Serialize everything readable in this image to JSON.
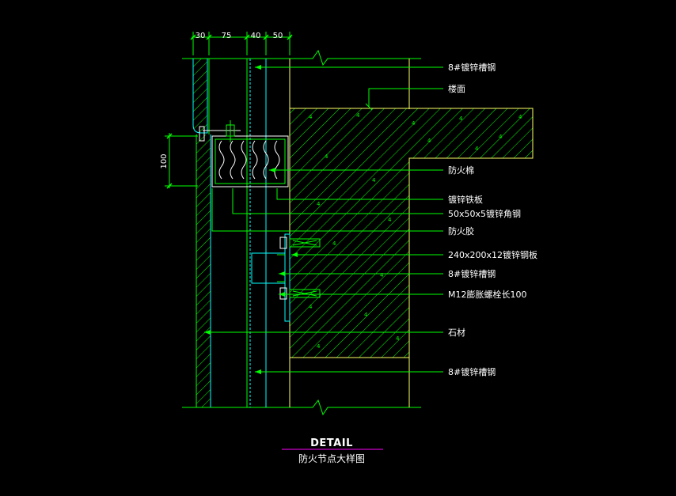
{
  "colors": {
    "background": "#000000",
    "green": "#00ff00",
    "cyan": "#00ffff",
    "yellow": "#ffff66",
    "white": "#ffffff",
    "magenta": "#ff00ff"
  },
  "dimensions": {
    "top": [
      "30",
      "75",
      "40",
      "50"
    ],
    "side": "100"
  },
  "labels": [
    "8#镀锌槽钢",
    "楼面",
    "防火棉",
    "镀锌铁板",
    "50x50x5镀锌角钢",
    "防火胶",
    "240x200x12镀锌钢板",
    "8#镀锌槽钢",
    "M12膨胀螺栓长100",
    "石材",
    "8#镀锌槽钢"
  ],
  "title": "DETAIL",
  "subtitle": "防火节点大样图"
}
